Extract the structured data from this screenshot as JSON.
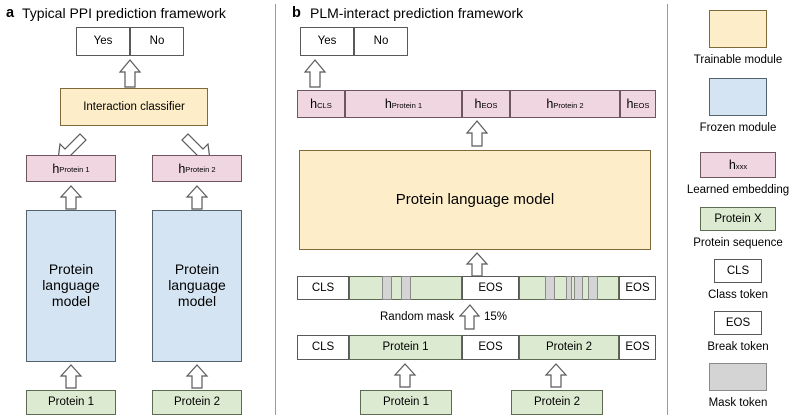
{
  "panel_a": {
    "label": "a",
    "title": "Typical PPI prediction framework",
    "output": {
      "yes": "Yes",
      "no": "No"
    },
    "classifier": "Interaction classifier",
    "embeddings": [
      {
        "h": "h",
        "sub": "Protein 1"
      },
      {
        "h": "h",
        "sub": "Protein 2"
      }
    ],
    "models": [
      {
        "line1": "Protein",
        "line2": "language",
        "line3": "model"
      },
      {
        "line1": "Protein",
        "line2": "language",
        "line3": "model"
      }
    ],
    "inputs": [
      "Protein 1",
      "Protein 2"
    ]
  },
  "panel_b": {
    "label": "b",
    "title": "PLM-interact prediction framework",
    "output": {
      "yes": "Yes",
      "no": "No"
    },
    "embedding_row": [
      {
        "h": "h",
        "sub": "CLS"
      },
      {
        "h": "h",
        "sub": "Protein 1"
      },
      {
        "h": "h",
        "sub": "EOS"
      },
      {
        "h": "h",
        "sub": "Protein 2"
      },
      {
        "h": "h",
        "sub": "EOS"
      }
    ],
    "model": "Protein language model",
    "masked_row": {
      "cls": "CLS",
      "eos_mid": "EOS",
      "eos_end": "EOS",
      "mask_count_protein1": 2,
      "mask_count_protein2": 4
    },
    "mask_note": {
      "text": "Random mask",
      "percent": "15%"
    },
    "token_row": {
      "cls": "CLS",
      "protein1": "Protein 1",
      "eos_mid": "EOS",
      "protein2": "Protein 2",
      "eos_end": "EOS"
    },
    "inputs": [
      "Protein 1",
      "Protein 2"
    ]
  },
  "legend": {
    "items": [
      {
        "swatch": "trainable",
        "caption": "Trainable module",
        "text": ""
      },
      {
        "swatch": "frozen",
        "caption": "Frozen module",
        "text": ""
      },
      {
        "swatch": "embedding",
        "caption": "Learned embedding",
        "h": "h",
        "sub": "xxx"
      },
      {
        "swatch": "sequence",
        "caption": "Protein sequence",
        "text": "Protein X"
      },
      {
        "swatch": "class",
        "caption": "Class token",
        "text": "CLS"
      },
      {
        "swatch": "break",
        "caption": "Break token",
        "text": "EOS"
      },
      {
        "swatch": "mask",
        "caption": "Mask token",
        "text": ""
      }
    ]
  },
  "colors": {
    "trainable": "#fdedc8",
    "frozen": "#d4e4f2",
    "embedding": "#f0d6e0",
    "sequence": "#dbead0",
    "mask": "#d4d4d4",
    "stroke": "#595959"
  }
}
